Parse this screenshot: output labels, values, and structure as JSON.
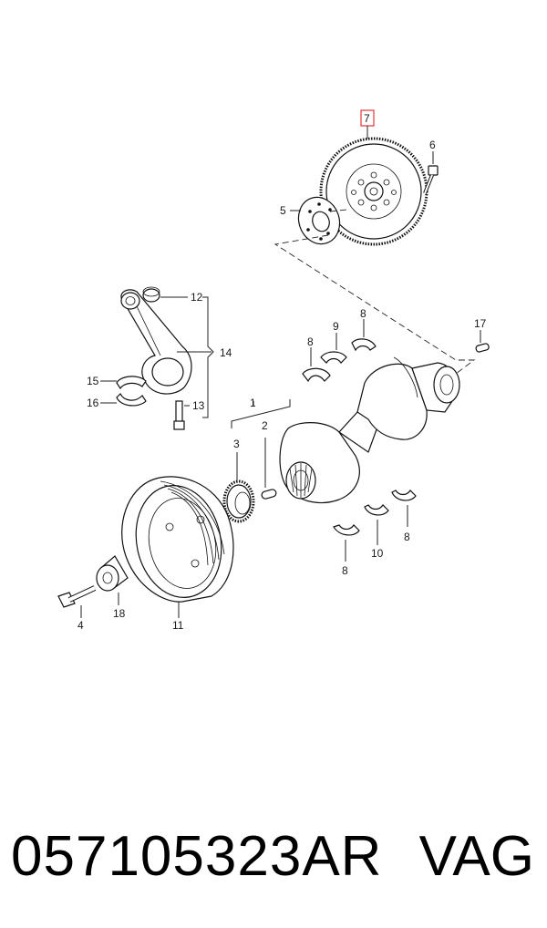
{
  "callouts": {
    "c1": "1",
    "c2": "2",
    "c3": "3",
    "c4": "4",
    "c5": "5",
    "c6": "6",
    "c7": "7",
    "c8a": "8",
    "c8b": "8",
    "c8c": "8",
    "c8d": "8",
    "c9": "9",
    "c10": "10",
    "c11": "11",
    "c12": "12",
    "c13": "13",
    "c14": "14",
    "c15": "15",
    "c16": "16",
    "c17": "17",
    "c18": "18"
  },
  "highlight_color": "#e2363a",
  "footer": {
    "part_number": "057105323AR",
    "brand": "VAG"
  }
}
